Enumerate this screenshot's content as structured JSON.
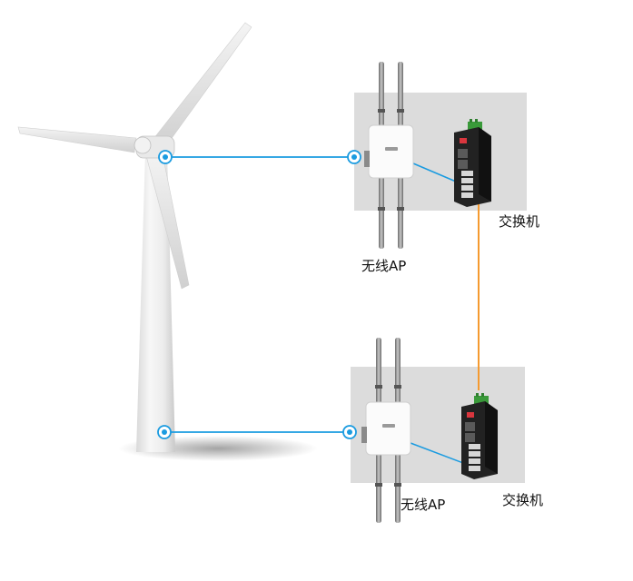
{
  "labels": {
    "ap_top": "无线AP",
    "switch_top": "交换机",
    "ap_bottom": "无线AP",
    "switch_bottom": "交换机"
  },
  "colors": {
    "wireless_link": "#1a9be0",
    "switch_uplink": "#f59a30",
    "panel_bg": "#dcdcdc"
  },
  "icons": {
    "turbine": "wind-turbine-icon",
    "access_point": "wireless-ap-icon",
    "switch": "industrial-switch-icon"
  }
}
